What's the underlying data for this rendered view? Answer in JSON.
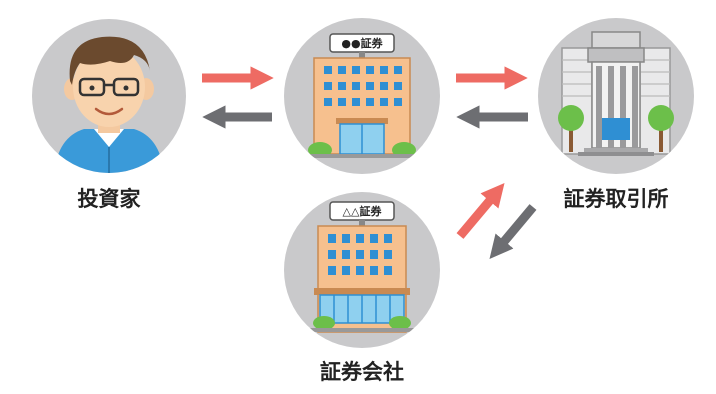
{
  "nodes": {
    "investor": {
      "label": "投資家"
    },
    "broker": {
      "label": "",
      "sign": "●●証券"
    },
    "exchange": {
      "label": "証券取引所"
    },
    "company": {
      "label": "証券会社",
      "sign": "△△証券"
    }
  },
  "colors": {
    "circle": "#c9c9cb",
    "arrow_forward": "#ee6b63",
    "arrow_back": "#6d6e72",
    "building": "#f6c08e",
    "window": "#2f8fd3",
    "shirt": "#3a9ad9"
  },
  "icons": [
    "person-icon",
    "office-building-icon",
    "stock-exchange-icon",
    "tree-icon"
  ]
}
